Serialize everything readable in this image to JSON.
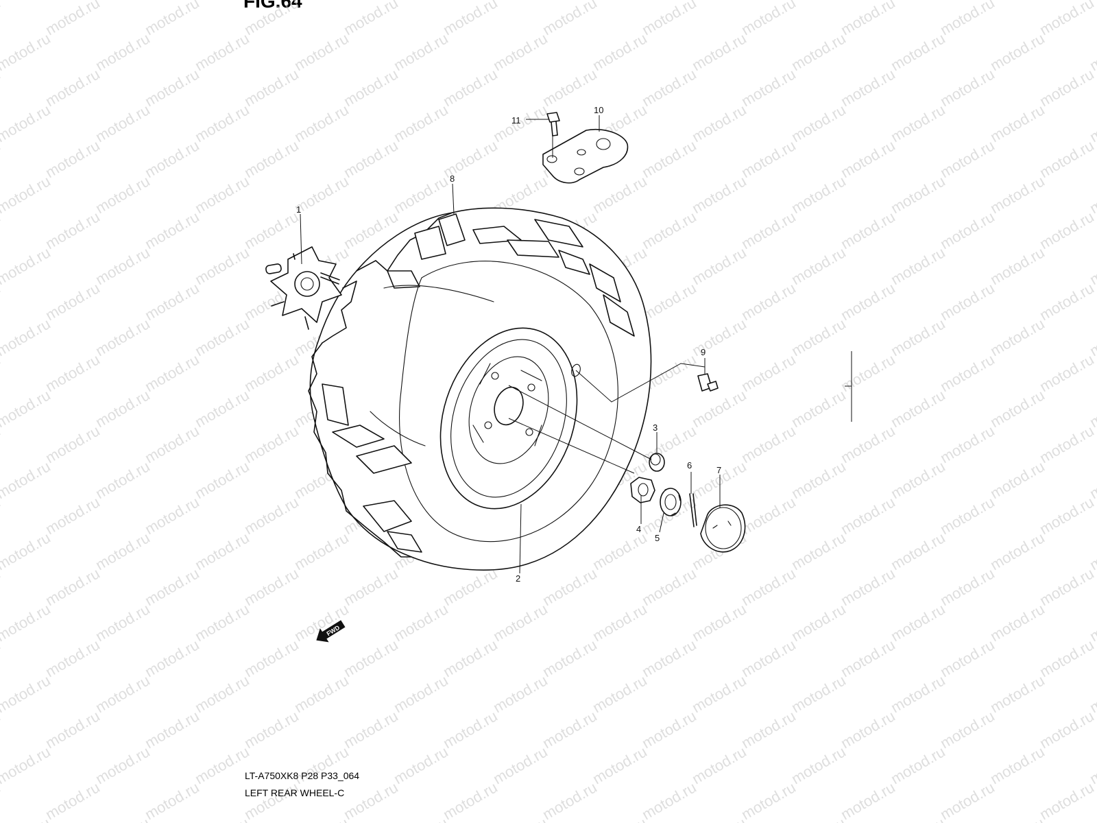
{
  "figure": {
    "title": "FIG.64",
    "watermark_text": "motod.ru",
    "model_code": "LT-A750XK8 P28 P33_064",
    "name": "LEFT REAR WHEEL-C",
    "direction_label": "FWD",
    "parts": [
      {
        "ref": "1"
      },
      {
        "ref": "2"
      },
      {
        "ref": "3"
      },
      {
        "ref": "4"
      },
      {
        "ref": "5"
      },
      {
        "ref": "6"
      },
      {
        "ref": "7"
      },
      {
        "ref": "8"
      },
      {
        "ref": "9"
      },
      {
        "ref": "10"
      },
      {
        "ref": "11"
      }
    ]
  }
}
